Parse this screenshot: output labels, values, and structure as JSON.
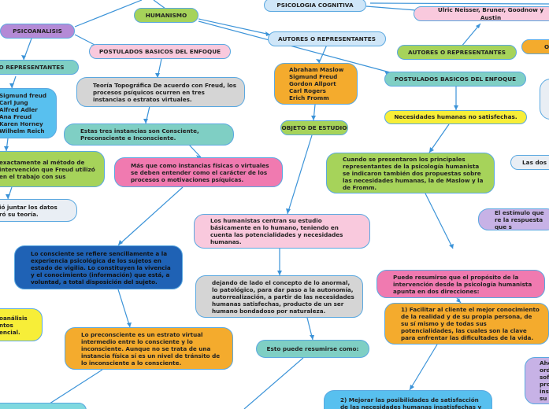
{
  "nodes": {
    "psicologia_cognitiva": "PSICOLOGIA COGNITIVA",
    "humanismo": "HUMANISMO",
    "psicoanalisis": "PSICOANALISIS",
    "neisser": "Ulric Neisser, Bruner, Goodnow y Austin",
    "autores_right_top": "AUTORES O REPRESENTANTES",
    "o_right_edge": "O",
    "autores_center": "AUTORES O REPRESENTANTES",
    "postulados_left": "POSTULADOS BASICOS DEL ENFOQUE",
    "representantes_left": "O REPRESENTANTES",
    "maslow_list": "Abraham Maslow\nSigmund Freud\nGordon Allport\nCarl Rogers\nErich Fromm",
    "postulados_right": "POSTULADOS BASICOS DEL ENFOQUE",
    "teoria_topografica": "Teoría Topográfica De acuerdo con Freud, los procesos psíquicos ocurren en tres instancias o estratos virtuales.",
    "freud_list": "Sigmund freud\nCarl Jung\nAlfred Adler\nAna Freud\nKaren Horney\nWilhelm Reich",
    "objeto_estudio": "OBJETO DE ESTUDIO",
    "necesidades": "Necesidades humanas no satisfechas.",
    "tres_instancias": "Estas tres instancias son Consciente, Preconsciente e Inconsciente.",
    "metodo": "exactamente al método de intervención que Freud utilizó en el trabajo con sus",
    "procesos_fisicos": "Más que como instancias físicas o virtuales se deben entender como el carácter de los procesos o motivaciones psíquicas.",
    "principales": "Cuando se presentaron los principales representantes de la psicología humanista se indicaron también dos propuestas sobre las necesidades humanas, la de Maslow y la de Fromm.",
    "las_dos": "Las dos s",
    "juntar_datos": "ió juntar los datos\nró su teoría.",
    "humanistas_centran": "Los humanistas centran su estudio básicamente en lo humano, teniendo en cuenta las potencialidades y necesidades humanas.",
    "estimulo": "El estímulo que re la respuesta que s",
    "consciente": "Lo consciente se refiere sencillamente a la experiencia psicológica de los sujetos en estado de vigilia. Lo constituyen la vivencia y el conocimiento (información) que está, a voluntad, a total disposición del sujeto.",
    "proposito": "Puede resumirse que el propósito de la intervención desde la psicología humanista apunta en dos direcciones:",
    "dejando_lado": "dejando de lado el concepto de lo anormal, lo patológico, para dar paso a la autonomía, autorrealización, a partir de las necesidades humanas satisfechas, producto de un ser humano bondadoso por naturaleza.",
    "psicoanalisis_left": "oanálisis\nntos\nencial.",
    "facilitar": "1) Facilitar al cliente el mejor conocimiento de la realidad y de su propia persona, de su sí mismo y de todas sus potencialidades, las cuales son la clave para enfrentar las dificultades de la vida.",
    "preconsciente": "Lo preconsciente es un estrato virtual intermedio entre lo consciente y lo inconsciente. Aunque no se trata de una instancia física sí es un nivel de tránsito de lo inconsciente a lo consciente.",
    "resumirse": "Esto puede resumirse como:",
    "ahora_right": "Aho\nord\nsof\npro\nins\nsu",
    "mejorar": "2) Mejorar las posibilidades de satisfacción de las necesidades humanas insatisfechas y",
    "bottom_left": ""
  }
}
